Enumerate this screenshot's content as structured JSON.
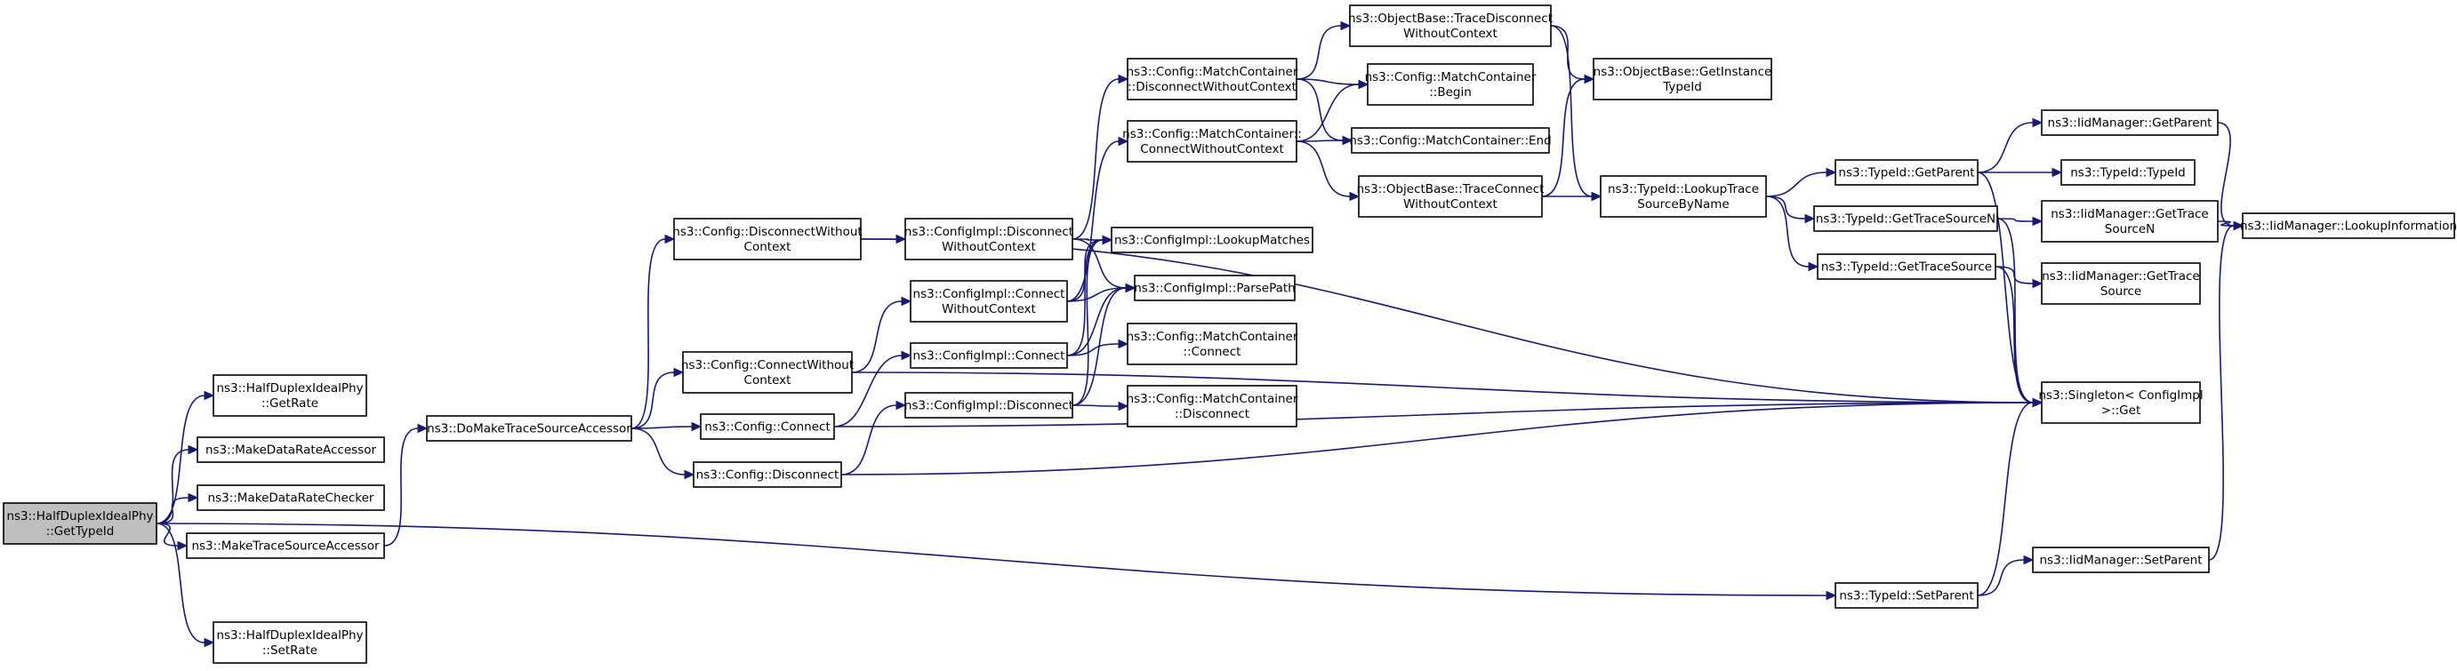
{
  "nodes": [
    {
      "id": "root",
      "lines": [
        "ns3::HalfDuplexIdealPhy",
        "::GetTypeId"
      ],
      "root": true
    },
    {
      "id": "getrate",
      "lines": [
        "ns3::HalfDuplexIdealPhy",
        "::GetRate"
      ]
    },
    {
      "id": "mdra",
      "lines": [
        "ns3::MakeDataRateAccessor"
      ]
    },
    {
      "id": "mdrc",
      "lines": [
        "ns3::MakeDataRateChecker"
      ]
    },
    {
      "id": "mtsa",
      "lines": [
        "ns3::MakeTraceSourceAccessor"
      ]
    },
    {
      "id": "setrate",
      "lines": [
        "ns3::HalfDuplexIdealPhy",
        "::SetRate"
      ]
    },
    {
      "id": "domake",
      "lines": [
        "ns3::DoMakeTraceSourceAccessor"
      ]
    },
    {
      "id": "cfg_dwc",
      "lines": [
        "ns3::Config::DisconnectWithout",
        "Context"
      ]
    },
    {
      "id": "cfg_cwc",
      "lines": [
        "ns3::Config::ConnectWithout",
        "Context"
      ]
    },
    {
      "id": "cfg_connect",
      "lines": [
        "ns3::Config::Connect"
      ]
    },
    {
      "id": "cfg_disconnect",
      "lines": [
        "ns3::Config::Disconnect"
      ]
    },
    {
      "id": "ci_dwc",
      "lines": [
        "ns3::ConfigImpl::Disconnect",
        "WithoutContext"
      ]
    },
    {
      "id": "ci_cwc",
      "lines": [
        "ns3::ConfigImpl::Connect",
        "WithoutContext"
      ]
    },
    {
      "id": "ci_connect",
      "lines": [
        "ns3::ConfigImpl::Connect"
      ]
    },
    {
      "id": "ci_disconnect",
      "lines": [
        "ns3::ConfigImpl::Disconnect"
      ]
    },
    {
      "id": "mc_dwc",
      "lines": [
        "ns3::Config::MatchContainer",
        "::DisconnectWithoutContext"
      ]
    },
    {
      "id": "mc_cwc",
      "lines": [
        "ns3::Config::MatchContainer::",
        "ConnectWithoutContext"
      ]
    },
    {
      "id": "ci_lookup",
      "lines": [
        "ns3::ConfigImpl::LookupMatches"
      ]
    },
    {
      "id": "ci_parse",
      "lines": [
        "ns3::ConfigImpl::ParsePath"
      ]
    },
    {
      "id": "mc_connect",
      "lines": [
        "ns3::Config::MatchContainer",
        "::Connect"
      ]
    },
    {
      "id": "mc_disconnect",
      "lines": [
        "ns3::Config::MatchContainer",
        "::Disconnect"
      ]
    },
    {
      "id": "ob_tdwc",
      "lines": [
        "ns3::ObjectBase::TraceDisconnect",
        "WithoutContext"
      ]
    },
    {
      "id": "mc_begin",
      "lines": [
        "ns3::Config::MatchContainer",
        "::Begin"
      ]
    },
    {
      "id": "mc_end",
      "lines": [
        "ns3::Config::MatchContainer::End"
      ]
    },
    {
      "id": "ob_tcwc",
      "lines": [
        "ns3::ObjectBase::TraceConnect",
        "WithoutContext"
      ]
    },
    {
      "id": "ob_git",
      "lines": [
        "ns3::ObjectBase::GetInstance",
        "TypeId"
      ]
    },
    {
      "id": "tid_ltsbn",
      "lines": [
        "ns3::TypeId::LookupTrace",
        "SourceByName"
      ]
    },
    {
      "id": "tid_getparent",
      "lines": [
        "ns3::TypeId::GetParent"
      ]
    },
    {
      "id": "tid_gtsn",
      "lines": [
        "ns3::TypeId::GetTraceSourceN"
      ]
    },
    {
      "id": "tid_gts",
      "lines": [
        "ns3::TypeId::GetTraceSource"
      ]
    },
    {
      "id": "tid_setparent",
      "lines": [
        "ns3::TypeId::SetParent"
      ]
    },
    {
      "id": "iid_getparent",
      "lines": [
        "ns3::IidManager::GetParent"
      ]
    },
    {
      "id": "tid_typeid",
      "lines": [
        "ns3::TypeId::TypeId"
      ]
    },
    {
      "id": "iid_gtsn",
      "lines": [
        "ns3::IidManager::GetTrace",
        "SourceN"
      ]
    },
    {
      "id": "iid_gts",
      "lines": [
        "ns3::IidManager::GetTrace",
        "Source"
      ]
    },
    {
      "id": "singleton",
      "lines": [
        "ns3::Singleton< ConfigImpl",
        " >::Get"
      ]
    },
    {
      "id": "iid_setparent",
      "lines": [
        "ns3::IidManager::SetParent"
      ]
    },
    {
      "id": "iid_lookup",
      "lines": [
        "ns3::IidManager::LookupInformation"
      ]
    }
  ],
  "edges": [
    [
      "root",
      "getrate"
    ],
    [
      "root",
      "mdra"
    ],
    [
      "root",
      "mdrc"
    ],
    [
      "root",
      "mtsa"
    ],
    [
      "root",
      "setrate"
    ],
    [
      "root",
      "tid_setparent"
    ],
    [
      "mtsa",
      "domake"
    ],
    [
      "domake",
      "cfg_dwc"
    ],
    [
      "domake",
      "cfg_cwc"
    ],
    [
      "domake",
      "cfg_connect"
    ],
    [
      "domake",
      "cfg_disconnect"
    ],
    [
      "cfg_dwc",
      "ci_dwc"
    ],
    [
      "cfg_dwc",
      "singleton"
    ],
    [
      "cfg_cwc",
      "ci_cwc"
    ],
    [
      "cfg_cwc",
      "singleton"
    ],
    [
      "cfg_connect",
      "ci_connect"
    ],
    [
      "cfg_connect",
      "singleton"
    ],
    [
      "cfg_disconnect",
      "ci_disconnect"
    ],
    [
      "cfg_disconnect",
      "singleton"
    ],
    [
      "ci_dwc",
      "mc_dwc"
    ],
    [
      "ci_dwc",
      "ci_lookup"
    ],
    [
      "ci_dwc",
      "ci_parse"
    ],
    [
      "ci_cwc",
      "mc_cwc"
    ],
    [
      "ci_cwc",
      "ci_lookup"
    ],
    [
      "ci_cwc",
      "ci_parse"
    ],
    [
      "ci_connect",
      "ci_lookup"
    ],
    [
      "ci_connect",
      "ci_parse"
    ],
    [
      "ci_connect",
      "mc_connect"
    ],
    [
      "ci_disconnect",
      "ci_lookup"
    ],
    [
      "ci_disconnect",
      "ci_parse"
    ],
    [
      "ci_disconnect",
      "mc_disconnect"
    ],
    [
      "mc_dwc",
      "ob_tdwc"
    ],
    [
      "mc_dwc",
      "mc_begin"
    ],
    [
      "mc_dwc",
      "mc_end"
    ],
    [
      "mc_cwc",
      "mc_begin"
    ],
    [
      "mc_cwc",
      "mc_end"
    ],
    [
      "mc_cwc",
      "ob_tcwc"
    ],
    [
      "ob_tdwc",
      "ob_git"
    ],
    [
      "ob_tdwc",
      "tid_ltsbn"
    ],
    [
      "ob_tcwc",
      "ob_git"
    ],
    [
      "ob_tcwc",
      "tid_ltsbn"
    ],
    [
      "tid_ltsbn",
      "tid_getparent"
    ],
    [
      "tid_ltsbn",
      "tid_gtsn"
    ],
    [
      "tid_ltsbn",
      "tid_gts"
    ],
    [
      "tid_getparent",
      "iid_getparent"
    ],
    [
      "tid_getparent",
      "tid_typeid"
    ],
    [
      "tid_getparent",
      "singleton"
    ],
    [
      "tid_gtsn",
      "iid_gtsn"
    ],
    [
      "tid_gtsn",
      "singleton"
    ],
    [
      "tid_gts",
      "iid_gts"
    ],
    [
      "tid_gts",
      "singleton"
    ],
    [
      "tid_setparent",
      "iid_setparent"
    ],
    [
      "tid_setparent",
      "singleton"
    ],
    [
      "iid_getparent",
      "iid_lookup"
    ],
    [
      "iid_gtsn",
      "iid_lookup"
    ],
    [
      "iid_setparent",
      "iid_lookup"
    ]
  ]
}
